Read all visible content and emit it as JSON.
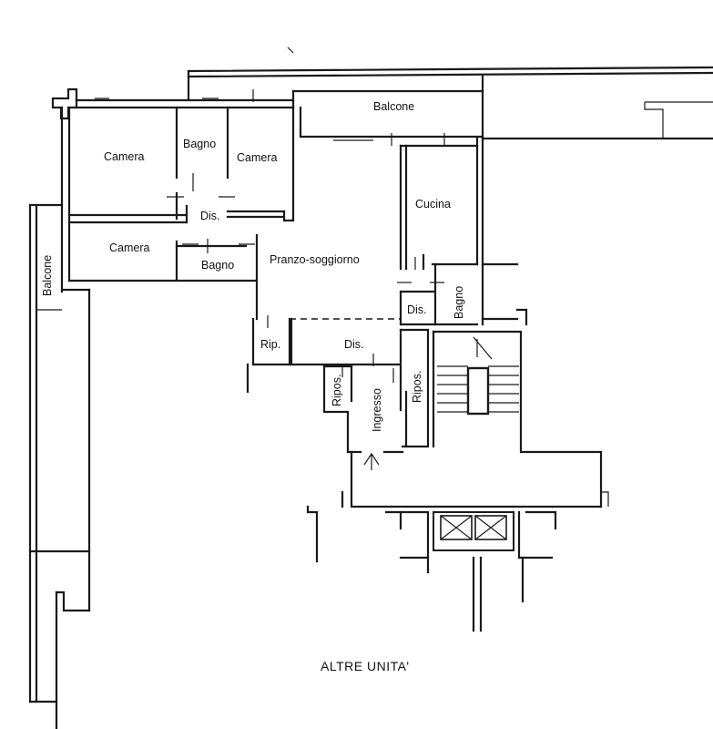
{
  "rooms": {
    "balcone_top": "Balcone",
    "camera_1": "Camera",
    "bagno_1": "Bagno",
    "camera_2": "Camera",
    "dis_1": "Dis.",
    "cucina": "Cucina",
    "camera_3": "Camera",
    "bagno_2": "Bagno",
    "pranzo_soggiorno": "Pranzo-soggiorno",
    "balcone_left": "Balcone",
    "dis_2": "Dis.",
    "bagno_3": "Bagno",
    "rip": "Rip.",
    "dis_3": "Dis.",
    "ripos_1": "Ripos.",
    "ingresso": "Ingresso",
    "ripos_2": "Ripos."
  },
  "footer_label": "ALTRE UNITA'"
}
